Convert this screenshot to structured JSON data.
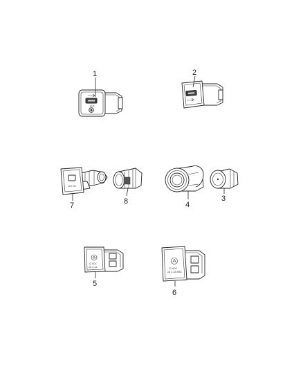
{
  "callouts": {
    "c1": "1",
    "c2": "2",
    "c3": "3",
    "c4": "4",
    "c5": "5",
    "c6": "6",
    "c7": "7",
    "c8": "8"
  },
  "part_text": {
    "p5_line1": "12 VDC",
    "p5_line2": "2A 2.1A",
    "p6_line1": "12 VDC",
    "p6_line2": "2A 2.1A MAX"
  },
  "colors": {
    "line": "#222222",
    "background": "#ffffff"
  }
}
